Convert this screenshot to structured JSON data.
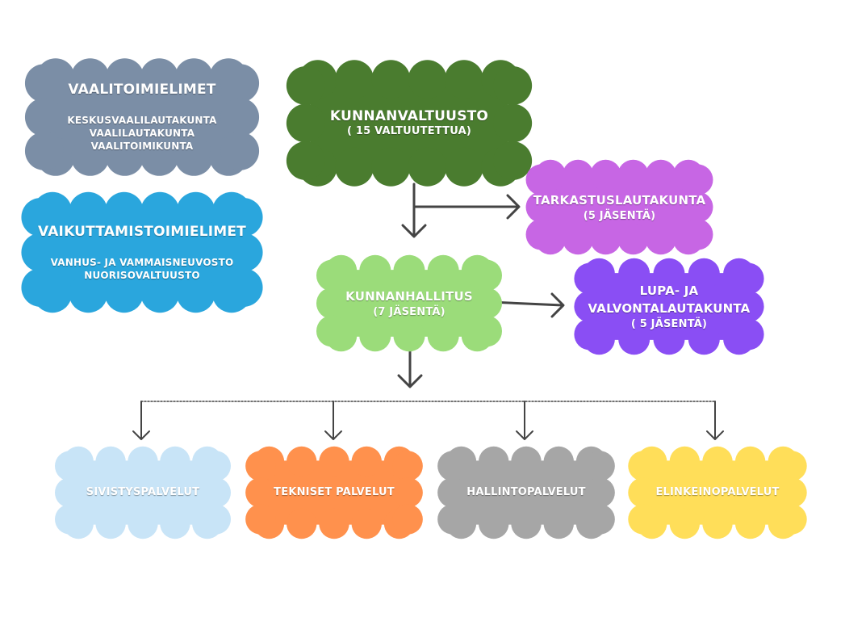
{
  "colors": {
    "vaalitoimielimet": "#7b8ea6",
    "vaikuttamistoimielimet": "#2aa6dd",
    "kunnanvaltuusto": "#4a7c2f",
    "tarkastuslautakunta": "#c766e4",
    "kunnanhallitus": "#9bdc7a",
    "lupa": "#8a4ef4",
    "sivistys": "#c8e4f7",
    "tekniset": "#ff914d",
    "hallinto": "#a6a6a6",
    "elinkeino": "#ffde59",
    "arrow": "#444444"
  },
  "nodes": {
    "vaalitoimielimet": {
      "title": "VAALITOIMIELIMET",
      "lines": [
        "KESKUSVAALILAUTAKUNTA",
        "VAALILAUTAKUNTA",
        "VAALITOIMIKUNTA"
      ]
    },
    "vaikuttamistoimielimet": {
      "title": "VAIKUTTAMISTOIMIELIMET",
      "lines": [
        "VANHUS- JA VAMMAISNEUVOSTO",
        "NUORISOVALTUUSTO"
      ]
    },
    "kunnanvaltuusto": {
      "title": "KUNNANVALTUUSTO",
      "sub": "( 15 VALTUUTETTUA)"
    },
    "tarkastuslautakunta": {
      "title": "TARKASTUSLAUTAKUNTA",
      "sub": "(5 JÄSENTÄ)"
    },
    "kunnanhallitus": {
      "title": "KUNNANHALLITUS",
      "sub": "(7 JÄSENTÄ)"
    },
    "lupa": {
      "title1": "LUPA- JA",
      "title2": "VALVONTALAUTAKUNTA",
      "sub": "( 5 JÄSENTÄ)"
    },
    "sivistys": {
      "title": "SIVISTYSPALVELUT"
    },
    "tekniset": {
      "title": "TEKNISET PALVELUT"
    },
    "hallinto": {
      "title": "HALLINTOPALVELUT"
    },
    "elinkeino": {
      "title": "ELINKEINOPALVELUT"
    }
  }
}
